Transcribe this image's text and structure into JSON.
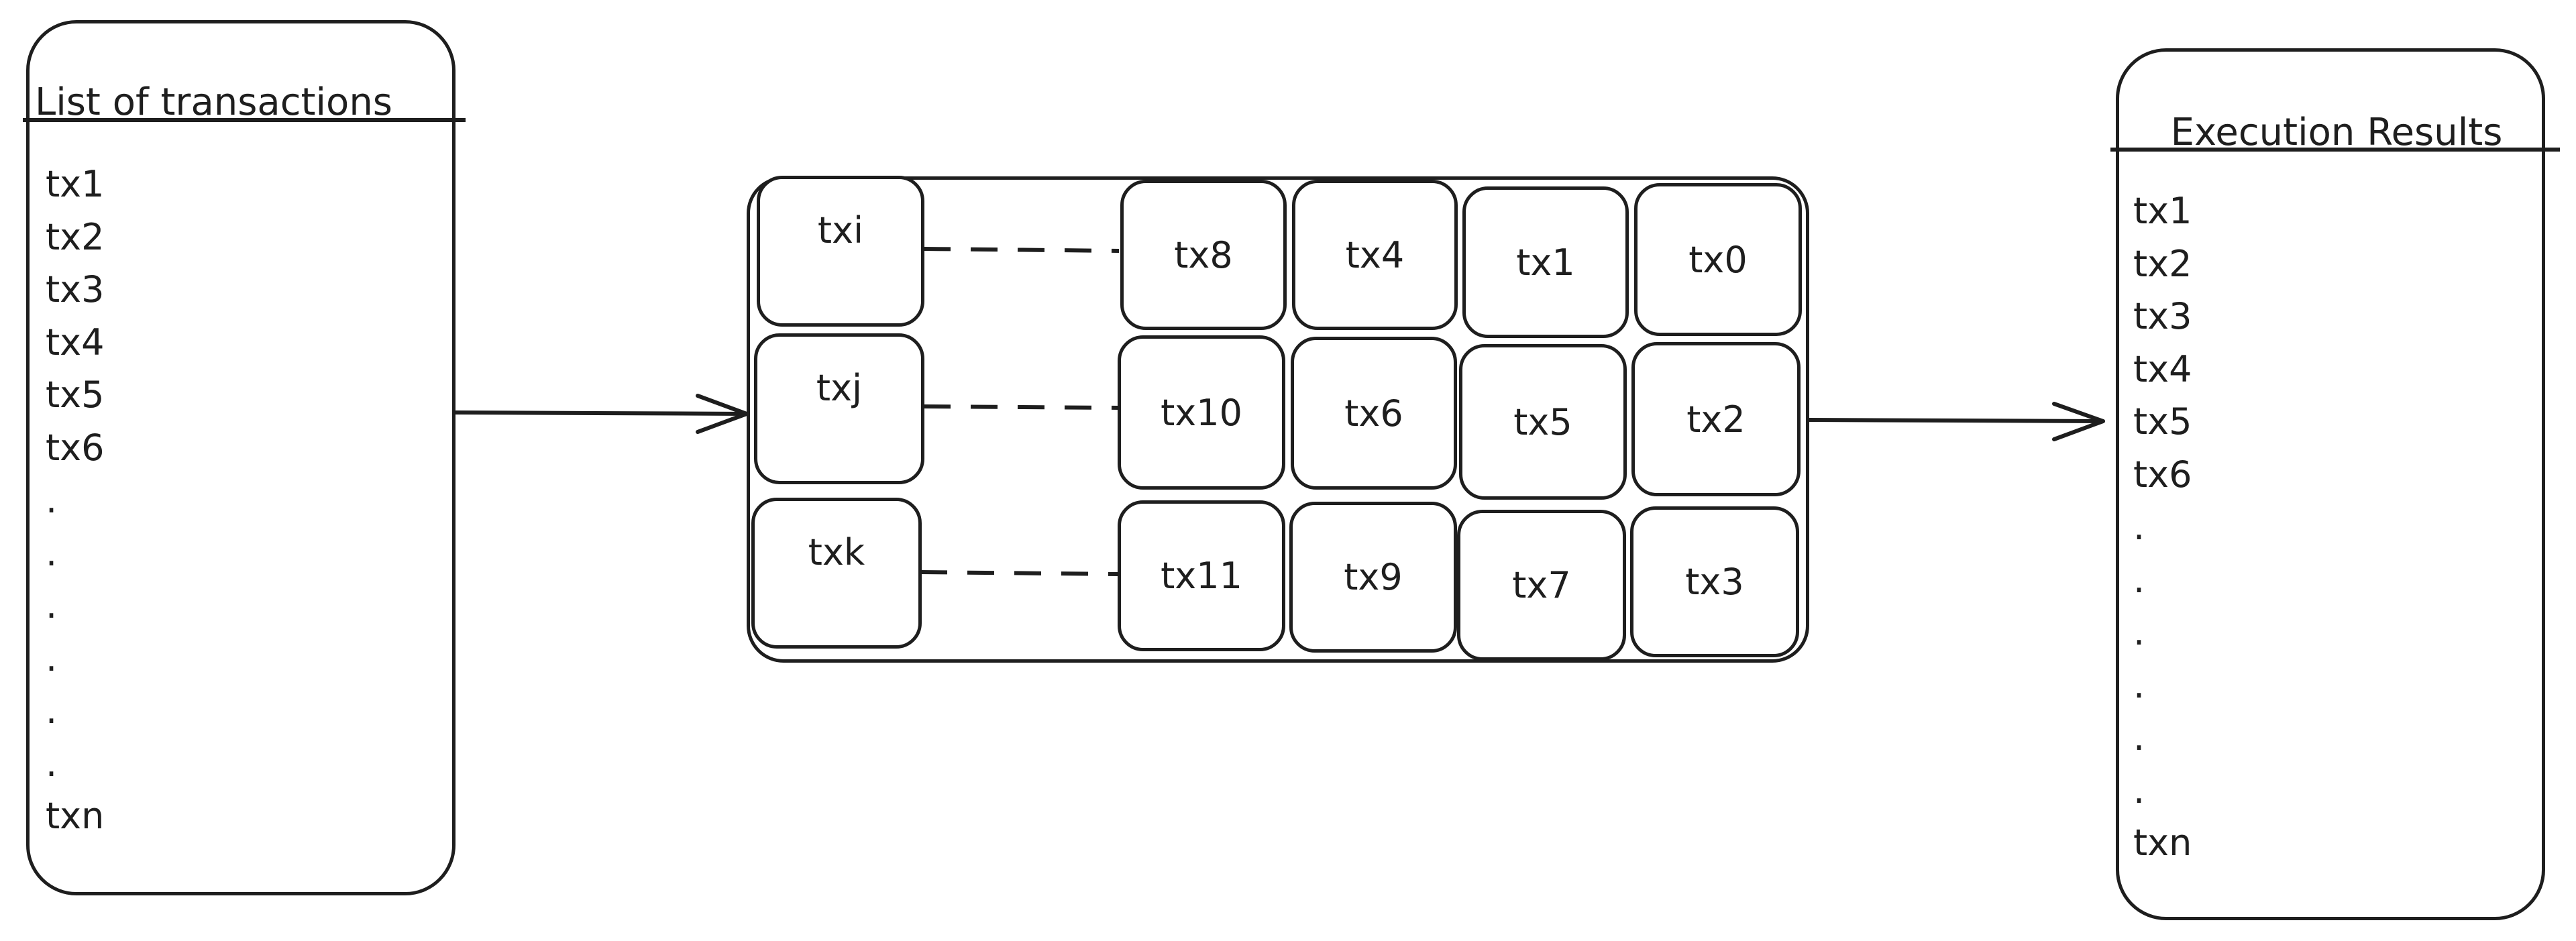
{
  "input_panel": {
    "title": "List of transactions",
    "items": [
      "tx1",
      "tx2",
      "tx3",
      "tx4",
      "tx5",
      "tx6",
      ".",
      ".",
      ".",
      ".",
      ".",
      ".",
      "txn"
    ]
  },
  "scheduler": {
    "queues": [
      "txi",
      "txj",
      "txk"
    ],
    "grid": [
      [
        "tx8",
        "tx4",
        "tx1",
        "tx0"
      ],
      [
        "tx10",
        "tx6",
        "tx5",
        "tx2"
      ],
      [
        "tx11",
        "tx9",
        "tx7",
        "tx3"
      ]
    ]
  },
  "output_panel": {
    "title": "Execution Results",
    "items": [
      "tx1",
      "tx2",
      "tx3",
      "tx4",
      "tx5",
      "tx6",
      ".",
      ".",
      ".",
      ".",
      ".",
      ".",
      "txn"
    ]
  }
}
